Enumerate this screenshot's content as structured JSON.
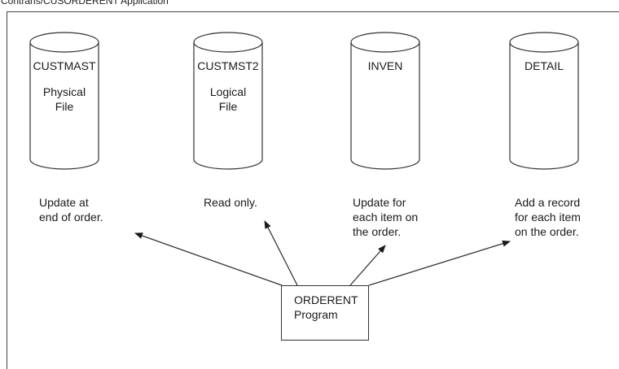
{
  "diagram": {
    "title": "Contrans/CUSORDERENT Application"
  },
  "files": [
    {
      "name": "CUSTMAST",
      "type_lines": [
        "Physical",
        "File"
      ],
      "note_lines": [
        "Update at",
        "end of order."
      ]
    },
    {
      "name": "CUSTMST2",
      "type_lines": [
        "Logical",
        "File"
      ],
      "note_lines": [
        "Read only."
      ]
    },
    {
      "name": "INVEN",
      "type_lines": [],
      "note_lines": [
        "Update for",
        "each item on",
        "the order."
      ]
    },
    {
      "name": "DETAIL",
      "type_lines": [],
      "note_lines": [
        "Add a record",
        "for each item",
        "on the order."
      ]
    }
  ],
  "program": {
    "lines": [
      "ORDERENT",
      "Program"
    ]
  },
  "colors": {
    "line": "#333333",
    "text": "#1a1a1a",
    "background": "#ffffff"
  }
}
